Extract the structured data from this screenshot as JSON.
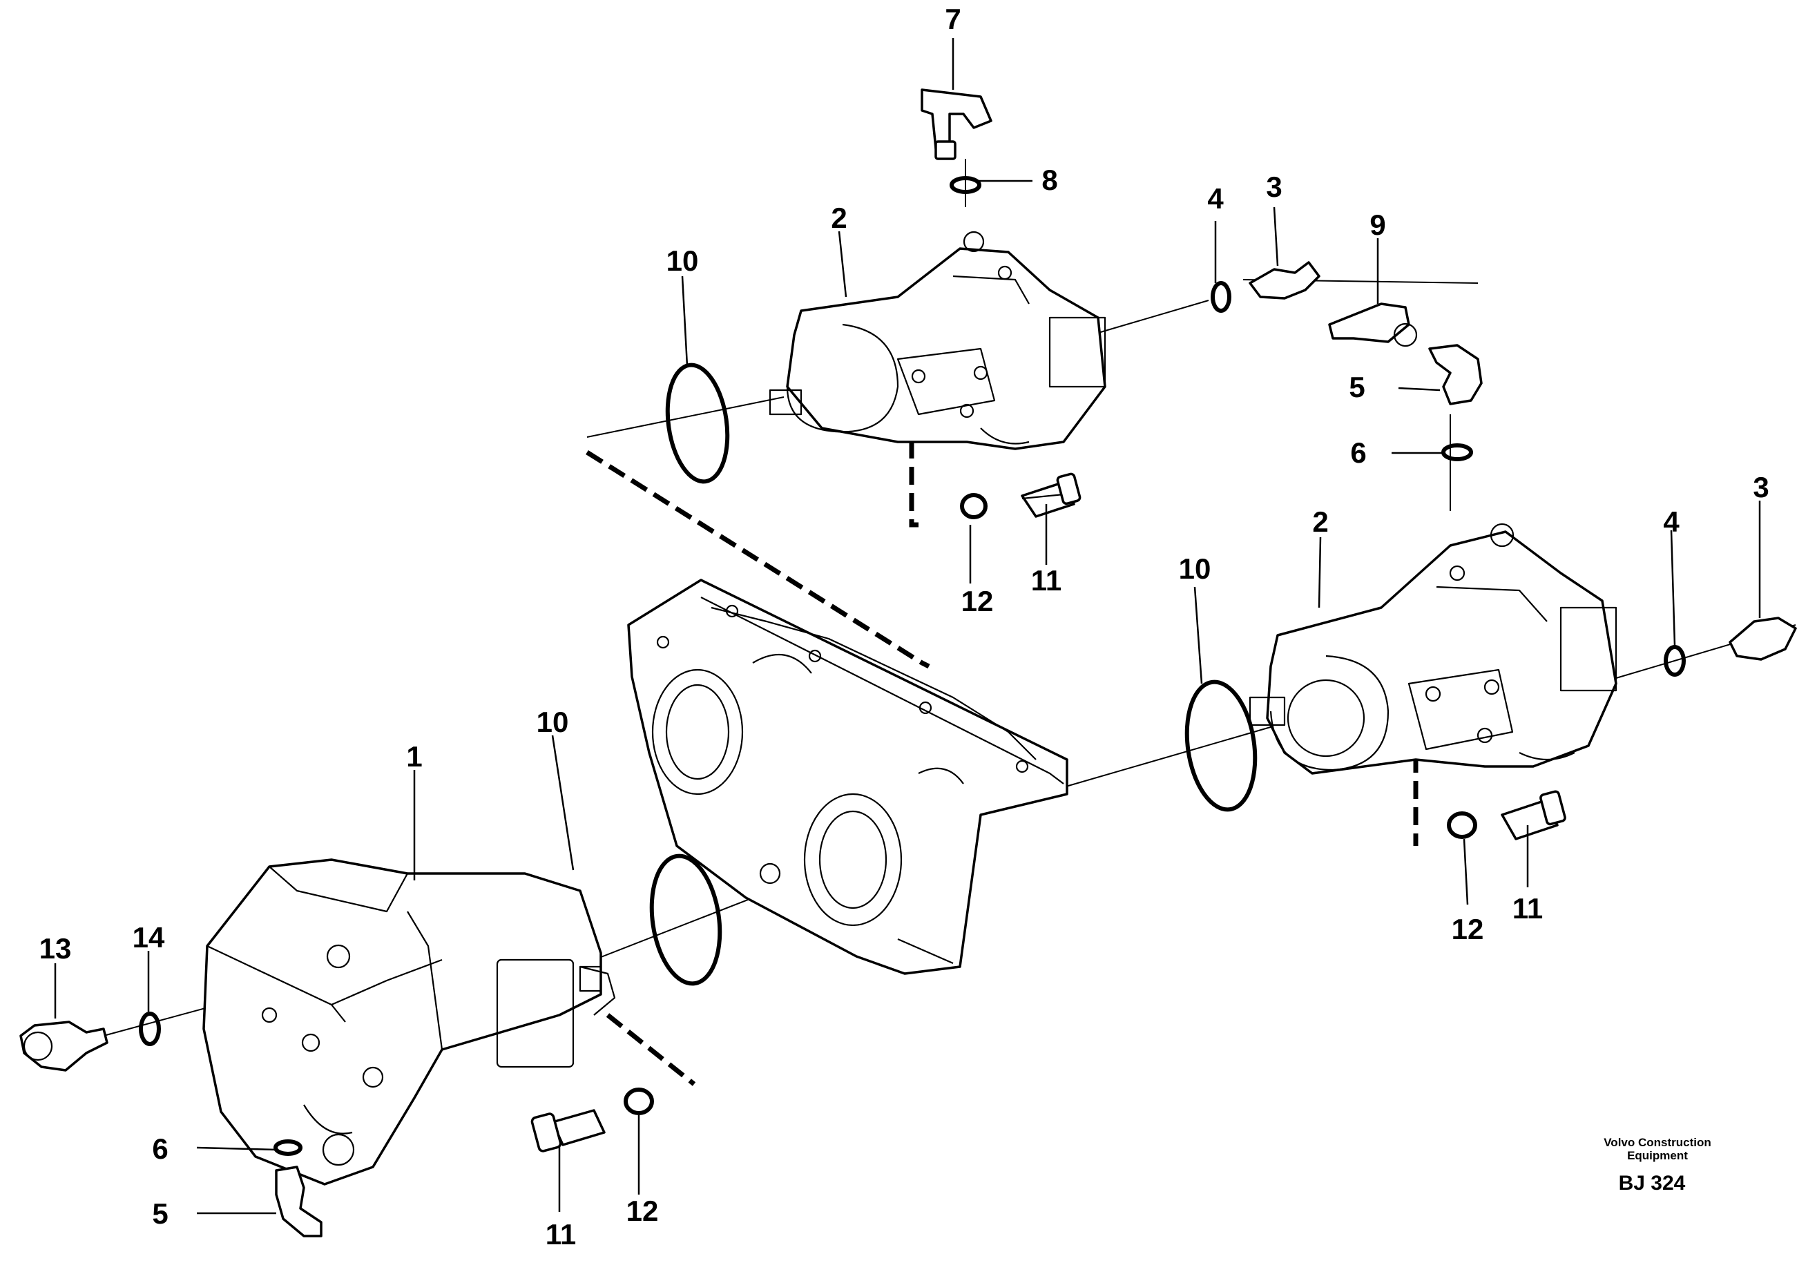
{
  "callouts": {
    "n1": "1",
    "n2a": "2",
    "n2b": "2",
    "n3a": "3",
    "n3b": "3",
    "n4a": "4",
    "n4b": "4",
    "n5a": "5",
    "n5b": "5",
    "n6a": "6",
    "n6b": "6",
    "n7": "7",
    "n8": "8",
    "n9": "9",
    "n10a": "10",
    "n10b": "10",
    "n10c": "10",
    "n11a": "11",
    "n11b": "11",
    "n11c": "11",
    "n12a": "12",
    "n12b": "12",
    "n12c": "12",
    "n13": "13",
    "n14": "14"
  },
  "footer": {
    "brand_line1": "Volvo Construction",
    "brand_line2": "Equipment",
    "drawing_code": "BJ 324"
  }
}
